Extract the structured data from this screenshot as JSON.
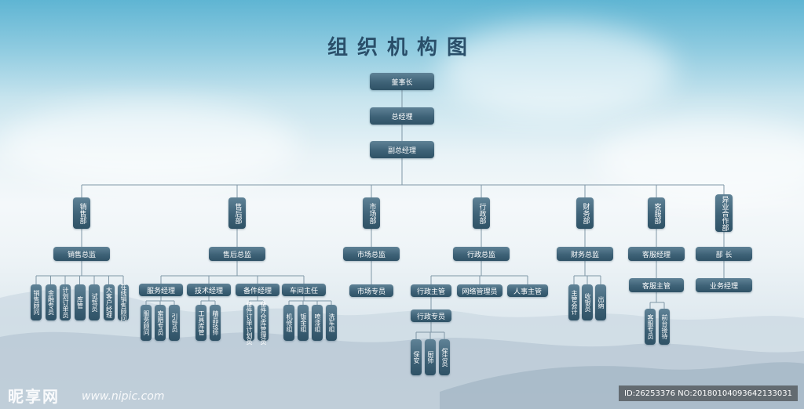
{
  "title": "组织机构图",
  "watermark": {
    "logo": "昵享网",
    "site": "www.nipic.com",
    "id_text": "ID:26253376 NO:20180104093642133031"
  },
  "top": [
    "董事长",
    "总经理",
    "副总经理"
  ],
  "departments": [
    {
      "name": "销售部",
      "head": "销售总监",
      "staff": [
        "销售顾问",
        "金融专员",
        "计划订单员",
        "库管",
        "试驾员",
        "大客户经理",
        "在线销售顾问"
      ]
    },
    {
      "name": "售后部",
      "head": "售后总监",
      "managers": [
        {
          "name": "服务经理",
          "staff": [
            "服务顾问",
            "索赔专员",
            "引导员"
          ]
        },
        {
          "name": "技术经理",
          "staff": [
            "工具库管",
            "精品技师"
          ]
        },
        {
          "name": "备件经理",
          "staff": [
            "备件订单计划员",
            "备件仓库管理员"
          ]
        },
        {
          "name": "车间主任",
          "staff": [
            "机修组",
            "钣金组",
            "喷漆组",
            "洗车组"
          ]
        }
      ]
    },
    {
      "name": "市场部",
      "head": "市场总监",
      "staff": [
        "市场专员"
      ]
    },
    {
      "name": "行政部",
      "head": "行政总监",
      "managers": [
        {
          "name": "行政主管",
          "sub": "行政专员",
          "staff": [
            "保安",
            "厨师",
            "保洁员"
          ]
        },
        {
          "name": "网络管理员"
        },
        {
          "name": "人事主管"
        }
      ]
    },
    {
      "name": "财务部",
      "head": "财务总监",
      "staff": [
        "主管会计",
        "收银员",
        "出纳"
      ]
    },
    {
      "name": "客服部",
      "head": "客服经理",
      "sub": "客服主管",
      "staff": [
        "客服专员",
        "前台接待"
      ]
    },
    {
      "name": "异业合作部",
      "head": "部 长",
      "sub": "业务经理"
    }
  ]
}
